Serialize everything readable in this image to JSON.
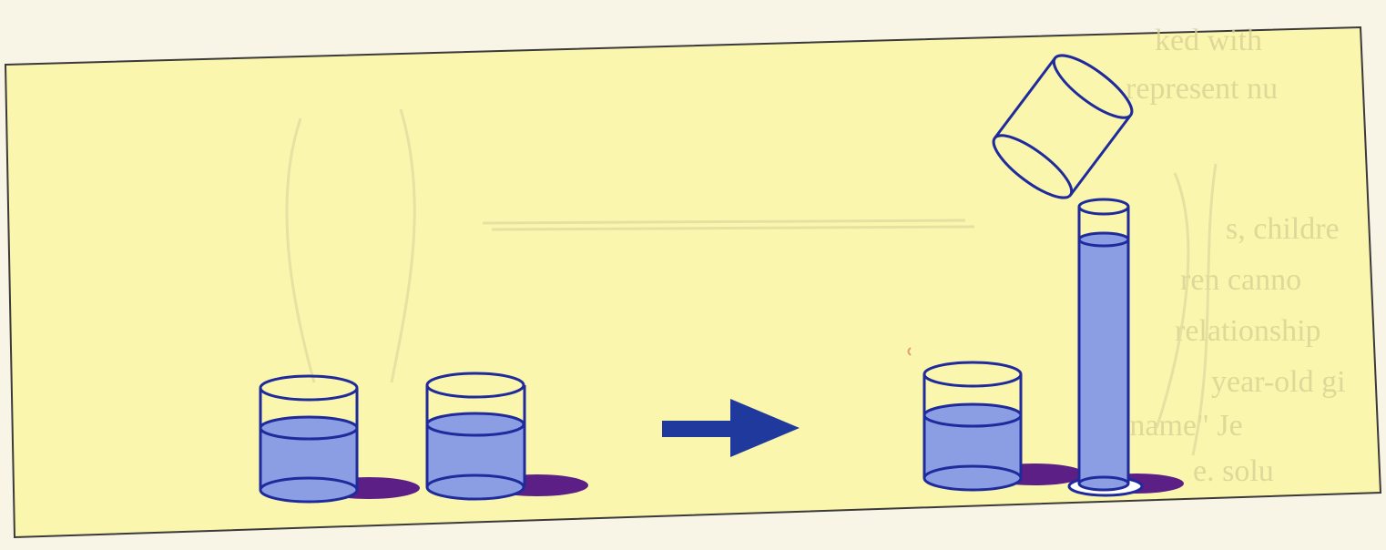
{
  "colors": {
    "page_background": "#f8f5e6",
    "panel_fill": "#fbf6ad",
    "panel_border": "#3a3a3a",
    "outline": "#1f2a9c",
    "liquid": "#8b9ee3",
    "shadow": "#5b1f86",
    "arrow": "#1f3a9c",
    "glass_fill": "#fbf6ad",
    "ghost_text": "#cfc88a"
  },
  "scene": {
    "left_group": {
      "items": [
        "glass-of-water",
        "glass-of-water"
      ]
    },
    "arrow": {
      "direction": "right"
    },
    "right_group": {
      "items": [
        "glass-of-water",
        "tall-cylinder-being-filled",
        "tilted-empty-glass-pouring"
      ]
    },
    "bleed_through_text": [
      "ked with",
      "represent nu",
      "s, childre",
      "ren canno",
      "relationship",
      "year-old gi",
      "ter name\" Je",
      "e. solu"
    ]
  }
}
